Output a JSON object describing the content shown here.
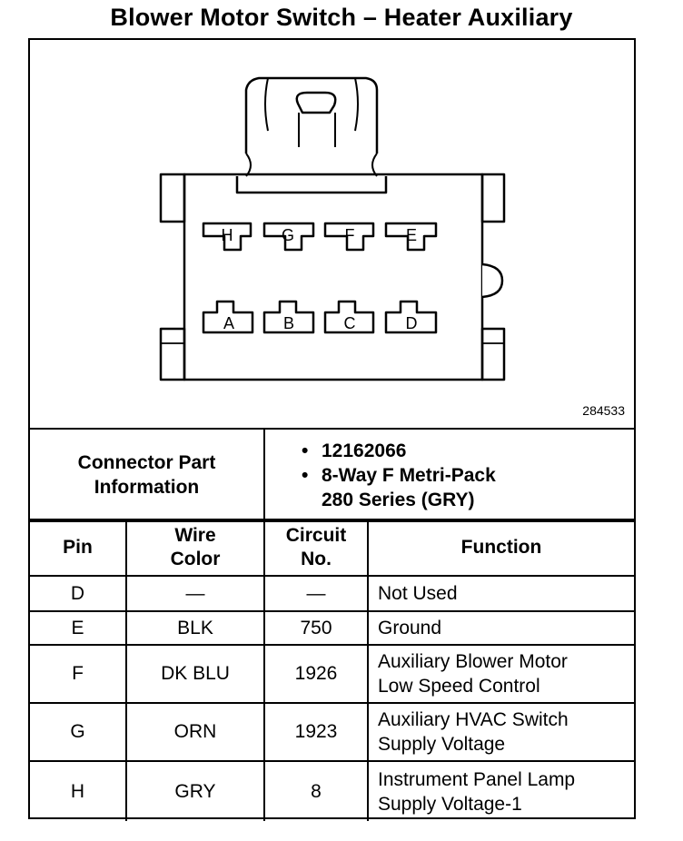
{
  "title": "Blower Motor Switch – Heater Auxiliary",
  "diagram": {
    "id_number": "284533",
    "top_pins": [
      "H",
      "G",
      "F",
      "E"
    ],
    "bottom_pins": [
      "A",
      "B",
      "C",
      "D"
    ]
  },
  "connector": {
    "label_line1": "Connector Part",
    "label_line2": "Information",
    "part_number": "12162066",
    "description_line1": "8-Way F Metri-Pack",
    "description_line2": "280 Series (GRY)"
  },
  "table": {
    "headers": {
      "pin": "Pin",
      "wire_line1": "Wire",
      "wire_line2": "Color",
      "circuit_line1": "Circuit",
      "circuit_line2": "No.",
      "function": "Function"
    },
    "rows": [
      {
        "pin": "D",
        "wire": "—",
        "circuit": "—",
        "func1": "Not Used",
        "func2": ""
      },
      {
        "pin": "E",
        "wire": "BLK",
        "circuit": "750",
        "func1": "Ground",
        "func2": ""
      },
      {
        "pin": "F",
        "wire": "DK BLU",
        "circuit": "1926",
        "func1": "Auxiliary Blower Motor",
        "func2": "Low Speed Control"
      },
      {
        "pin": "G",
        "wire": "ORN",
        "circuit": "1923",
        "func1": "Auxiliary HVAC Switch",
        "func2": "Supply Voltage"
      },
      {
        "pin": "H",
        "wire": "GRY",
        "circuit": "8",
        "func1": "Instrument Panel Lamp",
        "func2": "Supply Voltage-1"
      }
    ]
  }
}
